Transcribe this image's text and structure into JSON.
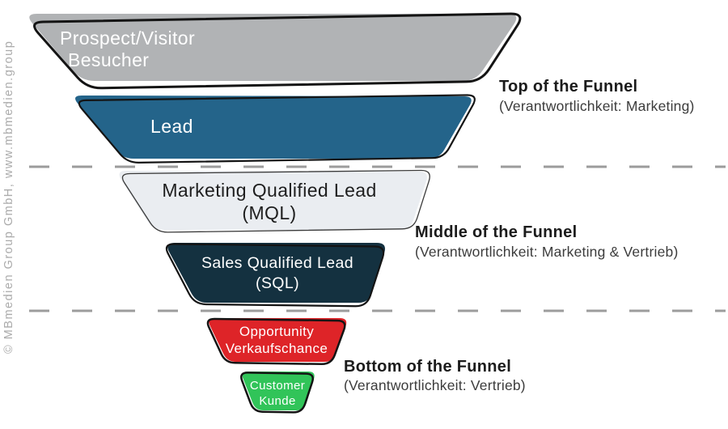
{
  "brand": {
    "copyright": "© MBmedien Group GmbH, www.mbmedien.group"
  },
  "funnel": {
    "stages": [
      {
        "name": "prospect-visitor",
        "line1": "Prospect/Visitor",
        "line2": "Besucher",
        "color": "#b1b3b5",
        "text_color": "#ffffff"
      },
      {
        "name": "lead",
        "line1": "Lead",
        "line2": "",
        "color": "#24648a",
        "text_color": "#ffffff"
      },
      {
        "name": "mql",
        "line1": "Marketing Qualified Lead",
        "line2": "(MQL)",
        "color": "#eaedf1",
        "text_color": "#1e1e1e"
      },
      {
        "name": "sql",
        "line1": "Sales Qualified Lead",
        "line2": "(SQL)",
        "color": "#143140",
        "text_color": "#ffffff"
      },
      {
        "name": "opportunity",
        "line1": "Opportunity",
        "line2": "Verkaufschance",
        "color": "#de2428",
        "text_color": "#ffffff"
      },
      {
        "name": "customer",
        "line1": "Customer",
        "line2": "Kunde",
        "color": "#31c459",
        "text_color": "#ffffff"
      }
    ],
    "sections": [
      {
        "title": "Top of the Funnel",
        "subtitle": "(Verantwortlichkeit: Marketing)"
      },
      {
        "title": "Middle of the Funnel",
        "subtitle": "(Verantwortlichkeit: Marketing & Vertrieb)"
      },
      {
        "title": "Bottom of the Funnel",
        "subtitle": "(Verantwortlichkeit: Vertrieb)"
      }
    ],
    "divider_color": "#9c9c9c",
    "outline_color": "#141414"
  }
}
